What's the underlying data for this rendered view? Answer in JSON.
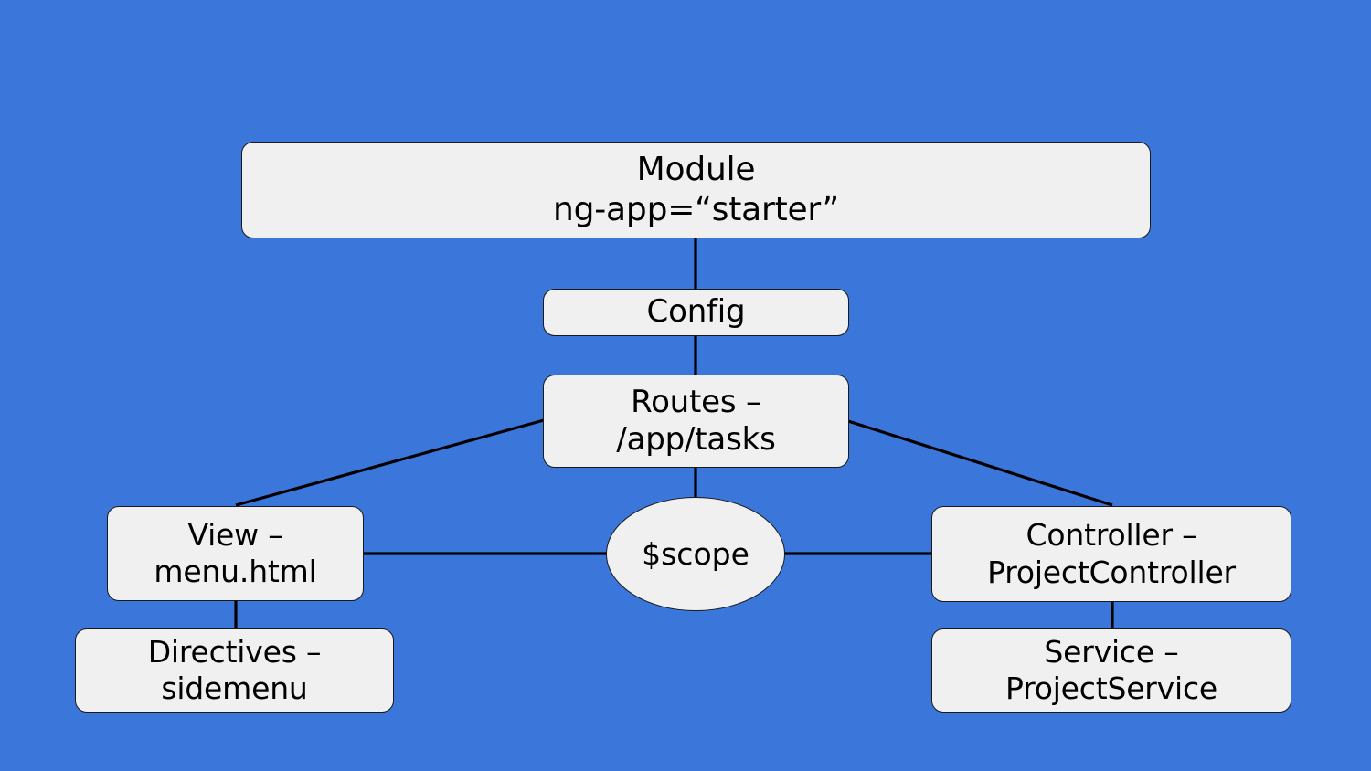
{
  "diagram": {
    "title": "AngularJS application structure diagram",
    "background_color": "#3b76db",
    "node_fill_color": "#f0f0f0",
    "node_border_color": "#1a1a1a",
    "edge_color": "#000000",
    "nodes": [
      {
        "id": "module",
        "label": "Module\nng-app=“starter”",
        "shape": "rounded-rect"
      },
      {
        "id": "config",
        "label": "Config",
        "shape": "rounded-rect"
      },
      {
        "id": "routes",
        "label": "Routes –\n/app/tasks",
        "shape": "rounded-rect"
      },
      {
        "id": "view",
        "label": "View –\nmenu.html",
        "shape": "rounded-rect"
      },
      {
        "id": "directives",
        "label": "Directives –\nsidemenu",
        "shape": "rounded-rect"
      },
      {
        "id": "scope",
        "label": "$scope",
        "shape": "ellipse"
      },
      {
        "id": "controller",
        "label": "Controller –\nProjectController",
        "shape": "rounded-rect"
      },
      {
        "id": "service",
        "label": "Service –\nProjectService",
        "shape": "rounded-rect"
      }
    ],
    "edges": [
      {
        "from": "module",
        "to": "config",
        "kind": "vertical"
      },
      {
        "from": "config",
        "to": "routes",
        "kind": "vertical"
      },
      {
        "from": "routes",
        "to": "view",
        "kind": "diagonal"
      },
      {
        "from": "routes",
        "to": "scope",
        "kind": "vertical"
      },
      {
        "from": "routes",
        "to": "controller",
        "kind": "diagonal"
      },
      {
        "from": "view",
        "to": "scope",
        "kind": "horizontal"
      },
      {
        "from": "scope",
        "to": "controller",
        "kind": "horizontal"
      },
      {
        "from": "view",
        "to": "directives",
        "kind": "vertical"
      },
      {
        "from": "controller",
        "to": "service",
        "kind": "vertical"
      }
    ]
  }
}
